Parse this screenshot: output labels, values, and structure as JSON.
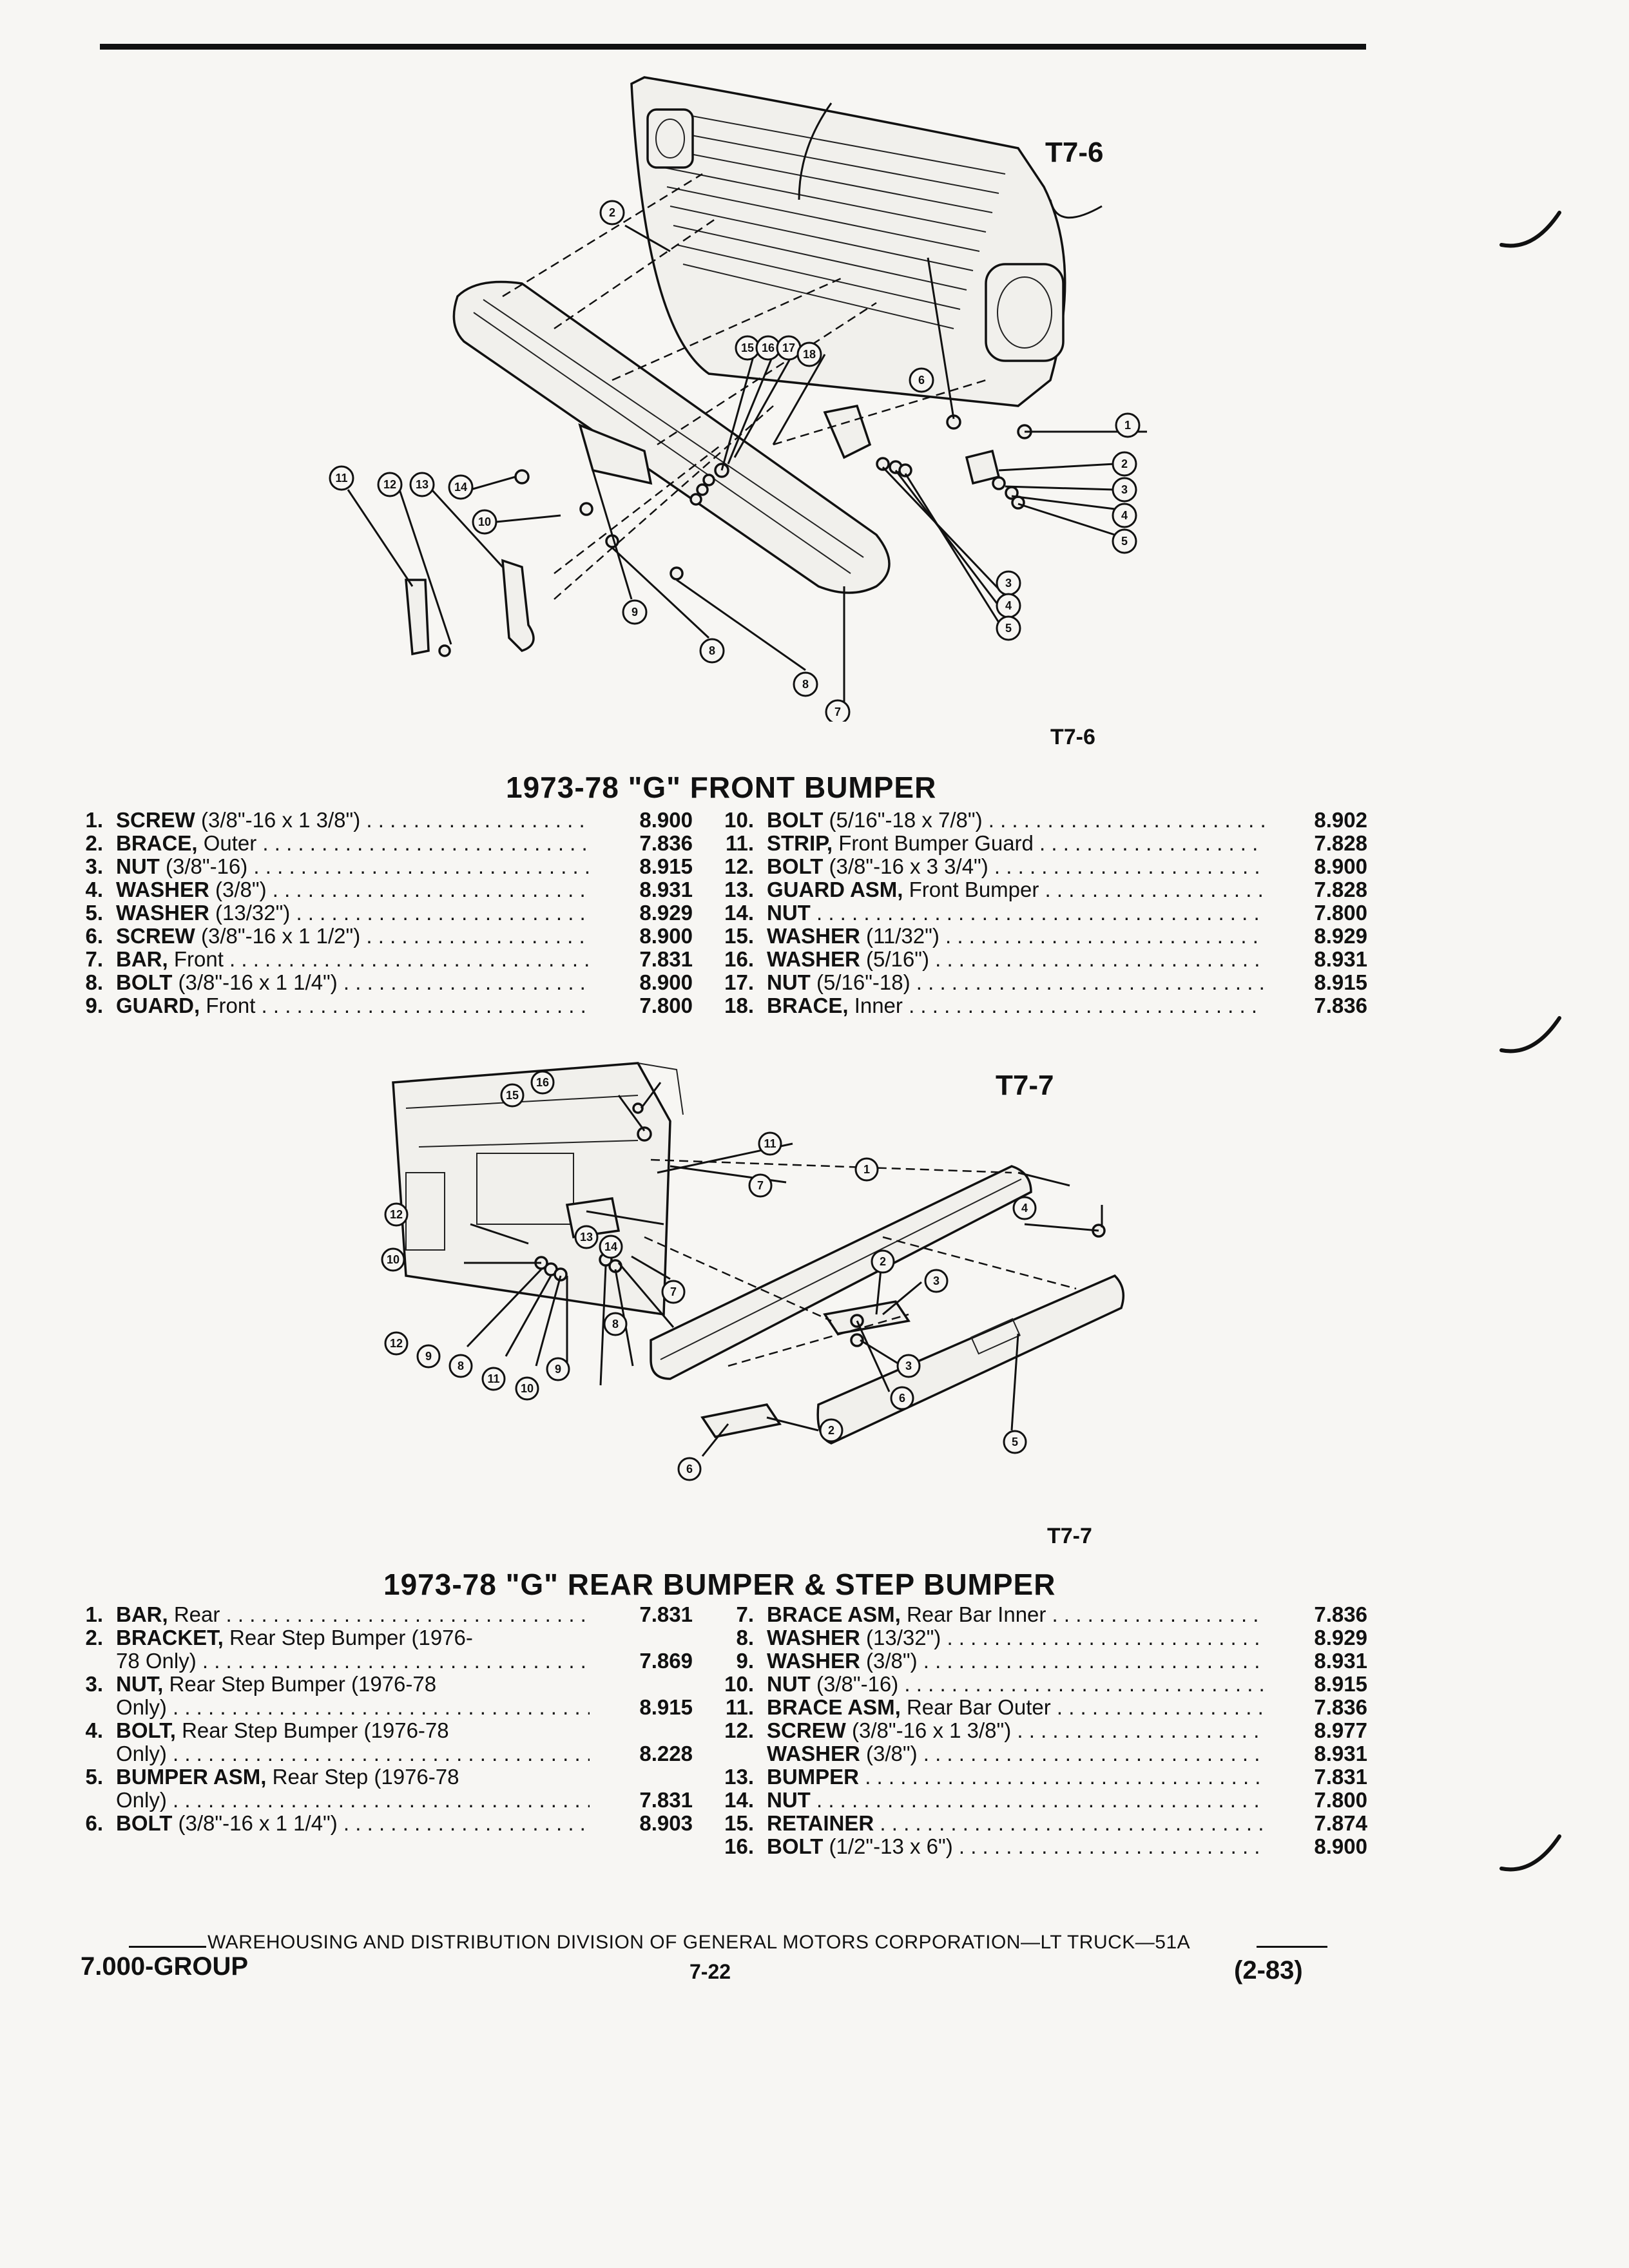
{
  "front": {
    "figure_code": "T7-6",
    "figure_code_caption": "T7-6",
    "title": "1973-78 \"G\" FRONT BUMPER",
    "parts_left": [
      {
        "num": "1.",
        "name": "SCREW",
        "desc": "(3/8\"-16 x 1 3/8\")",
        "code": "8.900"
      },
      {
        "num": "2.",
        "name": "BRACE,",
        "desc": "Outer",
        "code": "7.836"
      },
      {
        "num": "3.",
        "name": "NUT",
        "desc": "(3/8\"-16)",
        "code": "8.915"
      },
      {
        "num": "4.",
        "name": "WASHER",
        "desc": "(3/8\")",
        "code": "8.931"
      },
      {
        "num": "5.",
        "name": "WASHER",
        "desc": "(13/32\")",
        "code": "8.929"
      },
      {
        "num": "6.",
        "name": "SCREW",
        "desc": "(3/8\"-16 x 1 1/2\")",
        "code": "8.900"
      },
      {
        "num": "7.",
        "name": "BAR,",
        "desc": "Front",
        "code": "7.831"
      },
      {
        "num": "8.",
        "name": "BOLT",
        "desc": "(3/8\"-16 x 1 1/4\")",
        "code": "8.900"
      },
      {
        "num": "9.",
        "name": "GUARD,",
        "desc": "Front",
        "code": "7.800"
      }
    ],
    "parts_right": [
      {
        "num": "10.",
        "name": "BOLT",
        "desc": "(5/16\"-18 x 7/8\")",
        "code": "8.902"
      },
      {
        "num": "11.",
        "name": "STRIP,",
        "desc": "Front Bumper Guard",
        "code": "7.828"
      },
      {
        "num": "12.",
        "name": "BOLT",
        "desc": "(3/8\"-16 x 3 3/4\")",
        "code": "8.900"
      },
      {
        "num": "13.",
        "name": "GUARD ASM,",
        "desc": "Front Bumper",
        "code": "7.828"
      },
      {
        "num": "14.",
        "name": "NUT",
        "desc": "",
        "code": "7.800"
      },
      {
        "num": "15.",
        "name": "WASHER",
        "desc": "(11/32\")",
        "code": "8.929"
      },
      {
        "num": "16.",
        "name": "WASHER",
        "desc": "(5/16\")",
        "code": "8.931"
      },
      {
        "num": "17.",
        "name": "NUT",
        "desc": "(5/16\"-18)",
        "code": "8.915"
      },
      {
        "num": "18.",
        "name": "BRACE,",
        "desc": "Inner",
        "code": "7.836"
      }
    ]
  },
  "rear": {
    "figure_code": "T7-7",
    "figure_code_caption": "T7-7",
    "title": "1973-78 \"G\" REAR BUMPER & STEP BUMPER",
    "parts_left": [
      {
        "num": "1.",
        "name": "BAR,",
        "desc": "Rear",
        "code": "7.831",
        "dots": true
      },
      {
        "num": "2.",
        "name": "BRACKET,",
        "desc": "Rear Step Bumper (1976-",
        "code": "",
        "dots": false
      },
      {
        "num": "",
        "name": "",
        "desc": "78 Only)",
        "code": "7.869",
        "dots": true
      },
      {
        "num": "3.",
        "name": "NUT,",
        "desc": "Rear Step Bumper (1976-78",
        "code": "",
        "dots": false
      },
      {
        "num": "",
        "name": "",
        "desc": "Only)",
        "code": "8.915",
        "dots": true
      },
      {
        "num": "4.",
        "name": "BOLT,",
        "desc": "Rear Step Bumper (1976-78",
        "code": "",
        "dots": false
      },
      {
        "num": "",
        "name": "",
        "desc": "Only)",
        "code": "8.228",
        "dots": true
      },
      {
        "num": "5.",
        "name": "BUMPER ASM,",
        "desc": "Rear Step (1976-78",
        "code": "",
        "dots": false
      },
      {
        "num": "",
        "name": "",
        "desc": "Only)",
        "code": "7.831",
        "dots": true
      },
      {
        "num": "6.",
        "name": "BOLT",
        "desc": "(3/8\"-16 x 1 1/4\")",
        "code": "8.903",
        "dots": true
      }
    ],
    "parts_right": [
      {
        "num": "7.",
        "name": "BRACE ASM,",
        "desc": "Rear Bar Inner",
        "code": "7.836",
        "dots": true
      },
      {
        "num": "8.",
        "name": "WASHER",
        "desc": "(13/32\")",
        "code": "8.929",
        "dots": true
      },
      {
        "num": "9.",
        "name": "WASHER",
        "desc": "(3/8\")",
        "code": "8.931",
        "dots": true
      },
      {
        "num": "10.",
        "name": "NUT",
        "desc": "(3/8\"-16)",
        "code": "8.915",
        "dots": true
      },
      {
        "num": "11.",
        "name": "BRACE ASM,",
        "desc": "Rear Bar Outer",
        "code": "7.836",
        "dots": true
      },
      {
        "num": "12.",
        "name": "SCREW",
        "desc": "(3/8\"-16 x 1 3/8\")",
        "code": "8.977",
        "dots": true
      },
      {
        "num": "",
        "name": "WASHER",
        "desc": "(3/8\")",
        "code": "8.931",
        "dots": true
      },
      {
        "num": "13.",
        "name": "BUMPER",
        "desc": "",
        "code": "7.831",
        "dots": true
      },
      {
        "num": "14.",
        "name": "NUT",
        "desc": "",
        "code": "7.800",
        "dots": true
      },
      {
        "num": "15.",
        "name": "RETAINER",
        "desc": "",
        "code": "7.874",
        "dots": true
      },
      {
        "num": "16.",
        "name": "BOLT",
        "desc": "(1/2\"-13 x 6\")",
        "code": "8.900",
        "dots": true
      }
    ]
  },
  "footer": {
    "division_line": "WAREHOUSING AND DISTRIBUTION  DIVISION OF GENERAL MOTORS CORPORATION—LT TRUCK—51A",
    "group": "7.000-GROUP",
    "page": "7-22",
    "date": "(2-83)"
  }
}
